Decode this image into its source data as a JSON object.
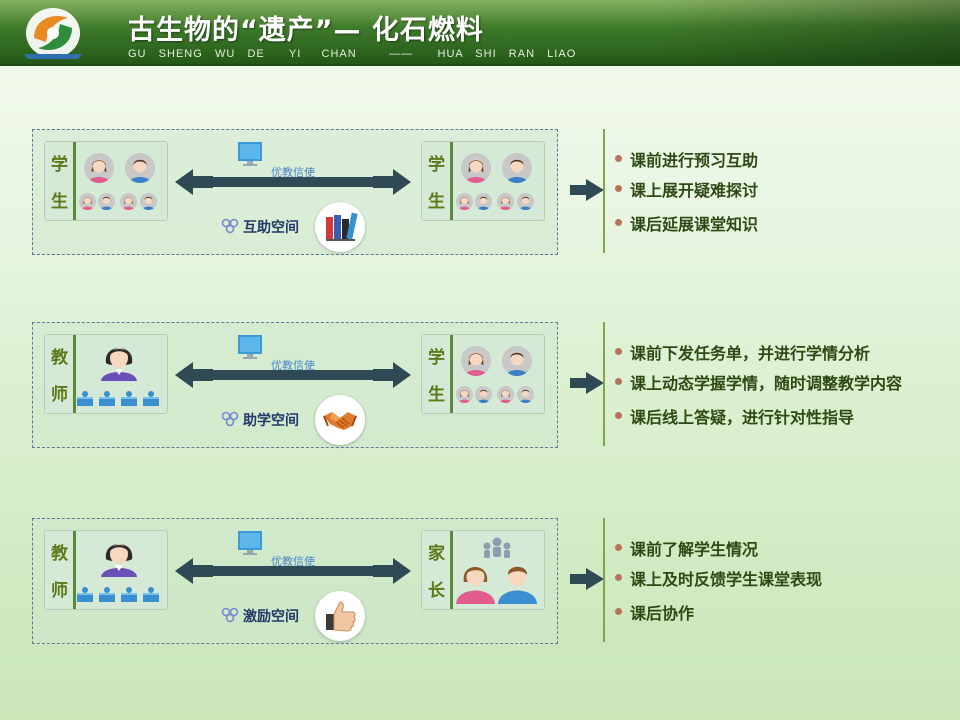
{
  "header": {
    "title": "古生物的“遗产”— 化石燃料",
    "pinyin": "GU   SHENG   WU   DE      YI     CHAN        ——      HUA   SHI   RAN   LIAO"
  },
  "colors": {
    "header": "#3d7a2a",
    "accent": "#5b8a3b",
    "arrow": "#2f4a55",
    "text": "#2e4a14"
  },
  "rows": [
    {
      "left_card": {
        "type": "students",
        "c1": "学",
        "c2": "生"
      },
      "right_card": {
        "type": "students",
        "c1": "学",
        "c2": "生"
      },
      "channel_label": "优教信使",
      "space_label": "互助空间",
      "badge_icon": "books-icon",
      "items": [
        "课前进行预习互助",
        "课上展开疑难探讨",
        "课后延展课堂知识"
      ]
    },
    {
      "left_card": {
        "type": "teacher",
        "c1": "教",
        "c2": "师"
      },
      "right_card": {
        "type": "students",
        "c1": "学",
        "c2": "生"
      },
      "channel_label": "优教信使",
      "space_label": "助学空间",
      "badge_icon": "handshake-icon",
      "items": [
        "课前下发任务单，并进行学情分析",
        "课上动态学握学情，随时调整教学内容",
        "课后线上答疑，进行针对性指导"
      ]
    },
    {
      "left_card": {
        "type": "teacher",
        "c1": "教",
        "c2": "师"
      },
      "right_card": {
        "type": "parents",
        "c1": "家",
        "c2": "长"
      },
      "channel_label": "优教信使",
      "space_label": "激励空间",
      "badge_icon": "thumbs-up-icon",
      "items": [
        "课前了解学生情况",
        "课上及时反馈学生课堂表现",
        "课后协作"
      ]
    }
  ]
}
